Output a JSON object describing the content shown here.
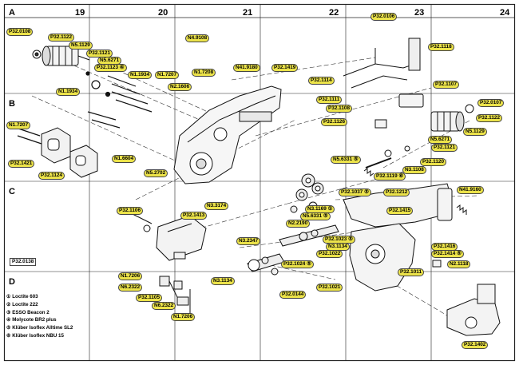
{
  "grid": {
    "columns": [
      "19",
      "20",
      "21",
      "22",
      "23",
      "24"
    ],
    "rows": [
      "A",
      "B",
      "C",
      "D"
    ]
  },
  "legend": [
    "① Loctite 603",
    "② Loctite 222",
    "③ ESSO Beacon 2",
    "④ Molycote BR2 plus",
    "⑤ Klüber Isoflex Alltime SL2",
    "⑥ Klüber Isoflex NBU 15"
  ],
  "labels": {
    "p320108": "P32.0108",
    "p321122a": "P32.1122",
    "n51129a": "N5.1129",
    "p321121a": "P32.1121",
    "n56271a": "N5.6271",
    "p321123": "P32.1123 ④",
    "n41934": "N1.1934",
    "n17207a": "N1.7207",
    "n41908": "N4.9108",
    "n17208": "N1.7208",
    "n419180": "N41.9180",
    "p321419": "P32.1419",
    "p320106": "P32.0106",
    "p321118": "P32.1118",
    "n21606": "N2.1606",
    "p321114": "P32.1114",
    "p321107": "P32.1107",
    "n11934b": "N1.1934",
    "p321111": "P32.1111",
    "p321108": "P32.1108",
    "p320107": "P32.0107",
    "p321122b": "P32.1122",
    "n17207b": "N1.7207",
    "p321126": "P32.1126",
    "n51129b": "N5.1129",
    "n56271b": "N5.6271",
    "p321121b": "P32.1121",
    "p321421": "P32.1421",
    "n16604": "N1.6604",
    "n56331a": "N5.6331 ⑤",
    "p321120": "P32.1120",
    "p321124": "P32.1124",
    "n52702": "N5.2702",
    "p321119": "P32.1119 ⑥",
    "n31108": "N3.1108",
    "n33174": "N3.3174",
    "p321037": "P32.1037 ⑤",
    "p321212": "P32.1212",
    "n419160": "N41.9160",
    "p321106": "P32.1106",
    "p321413": "P32.1413",
    "n31169": "N3.1169 ①",
    "n56331b": "N5.6331 ⑤",
    "p321415": "P32.1415",
    "n22190": "N2.2190",
    "p320138": "P32.0138",
    "n32347": "N3.2347",
    "p321023": "P32.1023 ⑤",
    "n31134a": "N3.1134",
    "p321022": "P32.1022",
    "p321416": "P32.1416",
    "p321414": "P32.1414 ⑤",
    "p321024": "P32.1024 ⑤",
    "n21118": "N2.1118",
    "p321011": "P32.1011",
    "n17206a": "N1.7206",
    "n62322a": "N6.2322",
    "n31134b": "N3.1134",
    "p321021": "P32.1021",
    "p321105": "P32.1105",
    "p320144": "P32.0144",
    "n62322b": "N6.2322",
    "n17206b": "N1.7206",
    "p321402": "P32.1402"
  }
}
